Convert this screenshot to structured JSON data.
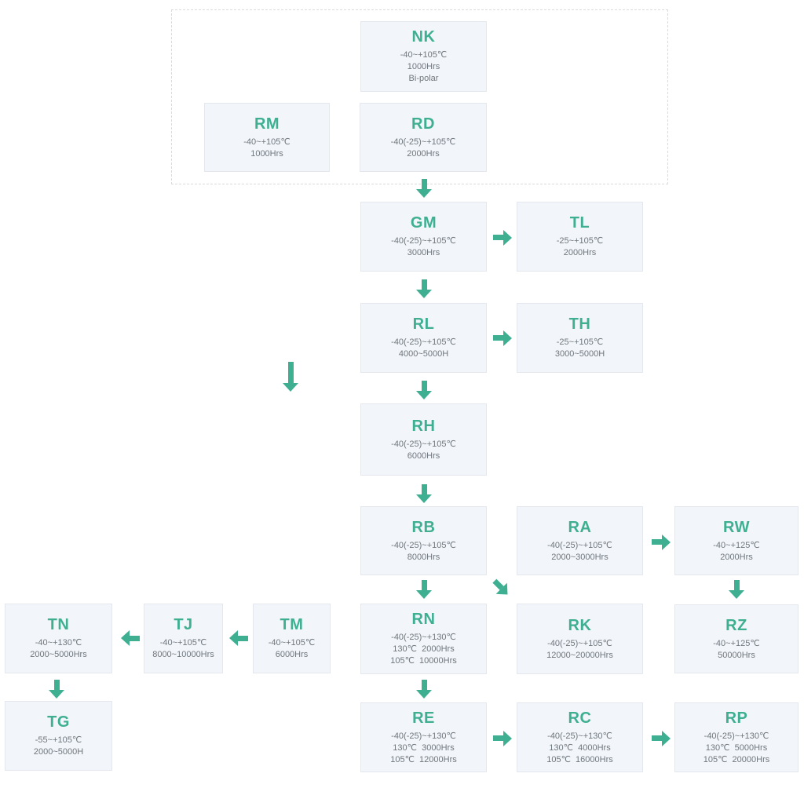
{
  "diagram": {
    "type": "flowchart",
    "accent_color": "#3FAF92",
    "box_bg_color": "#F2F5F9",
    "box_border_color": "#E4E8EE",
    "text_color": "#6F777E",
    "nodes": {
      "NK": {
        "title": "NK",
        "lines": [
          "-40~+105℃",
          "1000Hrs",
          "Bi-polar"
        ]
      },
      "RM": {
        "title": "RM",
        "lines": [
          "-40~+105℃",
          "1000Hrs"
        ]
      },
      "RD": {
        "title": "RD",
        "lines": [
          "-40(-25)~+105℃",
          "2000Hrs"
        ]
      },
      "GM": {
        "title": "GM",
        "lines": [
          "-40(-25)~+105℃",
          "3000Hrs"
        ]
      },
      "TL": {
        "title": "TL",
        "lines": [
          "-25~+105℃",
          "2000Hrs"
        ]
      },
      "RL": {
        "title": "RL",
        "lines": [
          "-40(-25)~+105℃",
          "4000~5000H"
        ]
      },
      "TH": {
        "title": "TH",
        "lines": [
          "-25~+105℃",
          "3000~5000H"
        ]
      },
      "RH": {
        "title": "RH",
        "lines": [
          "-40(-25)~+105℃",
          "6000Hrs"
        ]
      },
      "RB": {
        "title": "RB",
        "lines": [
          "-40(-25)~+105℃",
          "8000Hrs"
        ]
      },
      "RA": {
        "title": "RA",
        "lines": [
          "-40(-25)~+105℃",
          "2000~3000Hrs"
        ]
      },
      "RW": {
        "title": "RW",
        "lines": [
          "-40~+125℃",
          "2000Hrs"
        ]
      },
      "RN": {
        "title": "RN",
        "lines": [
          "-40(-25)~+130℃",
          "130℃  2000Hrs",
          "105℃  10000Hrs"
        ]
      },
      "RK": {
        "title": "RK",
        "lines": [
          "-40(-25)~+105℃",
          "12000~20000Hrs"
        ]
      },
      "RZ": {
        "title": "RZ",
        "lines": [
          "-40~+125℃",
          "50000Hrs"
        ]
      },
      "TN": {
        "title": "TN",
        "lines": [
          "-40~+130℃",
          "2000~5000Hrs"
        ]
      },
      "TJ": {
        "title": "TJ",
        "lines": [
          "-40~+105℃",
          "8000~10000Hrs"
        ]
      },
      "TM": {
        "title": "TM",
        "lines": [
          "-40~+105℃",
          "6000Hrs"
        ]
      },
      "TG": {
        "title": "TG",
        "lines": [
          "-55~+105℃",
          "2000~5000H"
        ]
      },
      "RE": {
        "title": "RE",
        "lines": [
          "-40(-25)~+130℃",
          "130℃  3000Hrs",
          "105℃  12000Hrs"
        ]
      },
      "RC": {
        "title": "RC",
        "lines": [
          "-40(-25)~+130℃",
          "130℃  4000Hrs",
          "105℃  16000Hrs"
        ]
      },
      "RP": {
        "title": "RP",
        "lines": [
          "-40(-25)~+130℃",
          "130℃  5000Hrs",
          "105℃  20000Hrs"
        ]
      }
    },
    "grouped_in_dotted_box": [
      "NK",
      "RM",
      "RD"
    ],
    "connections": [
      {
        "from": "RD",
        "to": "GM",
        "direction": "down"
      },
      {
        "from": "GM",
        "to": "TL",
        "direction": "right"
      },
      {
        "from": "GM",
        "to": "RL",
        "direction": "down"
      },
      {
        "from": "RL",
        "to": "TH",
        "direction": "right"
      },
      {
        "from": "RL",
        "to": "RH",
        "direction": "down"
      },
      {
        "from": "RH",
        "to": "RB",
        "direction": "down"
      },
      {
        "from": "RB",
        "to": "RN",
        "direction": "down"
      },
      {
        "from": "RB",
        "to": "RK",
        "direction": "down-right"
      },
      {
        "from": "RA",
        "to": "RW",
        "direction": "right"
      },
      {
        "from": "RW",
        "to": "RZ",
        "direction": "down"
      },
      {
        "from": "TM",
        "to": "TJ",
        "direction": "left"
      },
      {
        "from": "TJ",
        "to": "TN",
        "direction": "left"
      },
      {
        "from": "TN",
        "to": "TG",
        "direction": "down"
      },
      {
        "from": "RN",
        "to": "RE",
        "direction": "down"
      },
      {
        "from": "RE",
        "to": "RC",
        "direction": "right"
      },
      {
        "from": "RC",
        "to": "RP",
        "direction": "right"
      },
      {
        "from": "",
        "to": "",
        "direction": "down",
        "note": "standalone long down arrow above TM column"
      }
    ]
  }
}
